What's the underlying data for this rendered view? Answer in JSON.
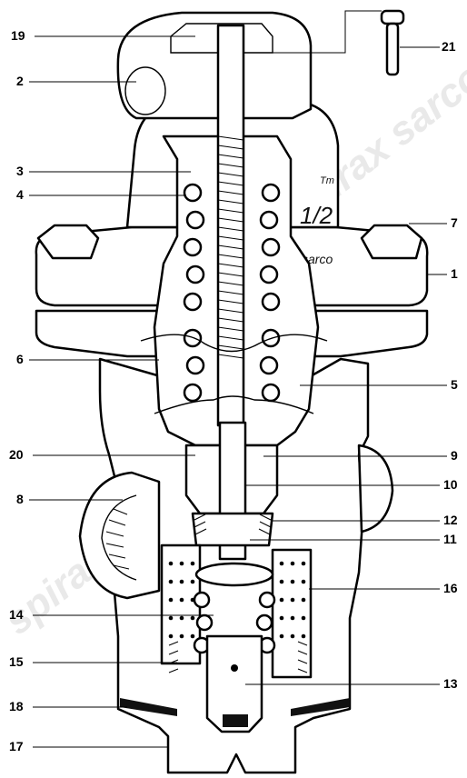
{
  "callouts_left": [
    {
      "num": "19"
    },
    {
      "num": "2"
    },
    {
      "num": "3"
    },
    {
      "num": "4"
    },
    {
      "num": "6"
    },
    {
      "num": "20"
    },
    {
      "num": "8"
    },
    {
      "num": "14"
    },
    {
      "num": "15"
    },
    {
      "num": "18"
    },
    {
      "num": "17"
    }
  ],
  "callouts_right": [
    {
      "num": "21"
    },
    {
      "num": "7"
    },
    {
      "num": "1"
    },
    {
      "num": "5"
    },
    {
      "num": "9"
    },
    {
      "num": "10"
    },
    {
      "num": "12"
    },
    {
      "num": "11"
    },
    {
      "num": "16"
    },
    {
      "num": "13"
    }
  ],
  "body_marking": {
    "series": "1/2",
    "brand": "sarco",
    "tm": "Tm"
  },
  "watermark": {
    "text": "spirax sarco"
  }
}
